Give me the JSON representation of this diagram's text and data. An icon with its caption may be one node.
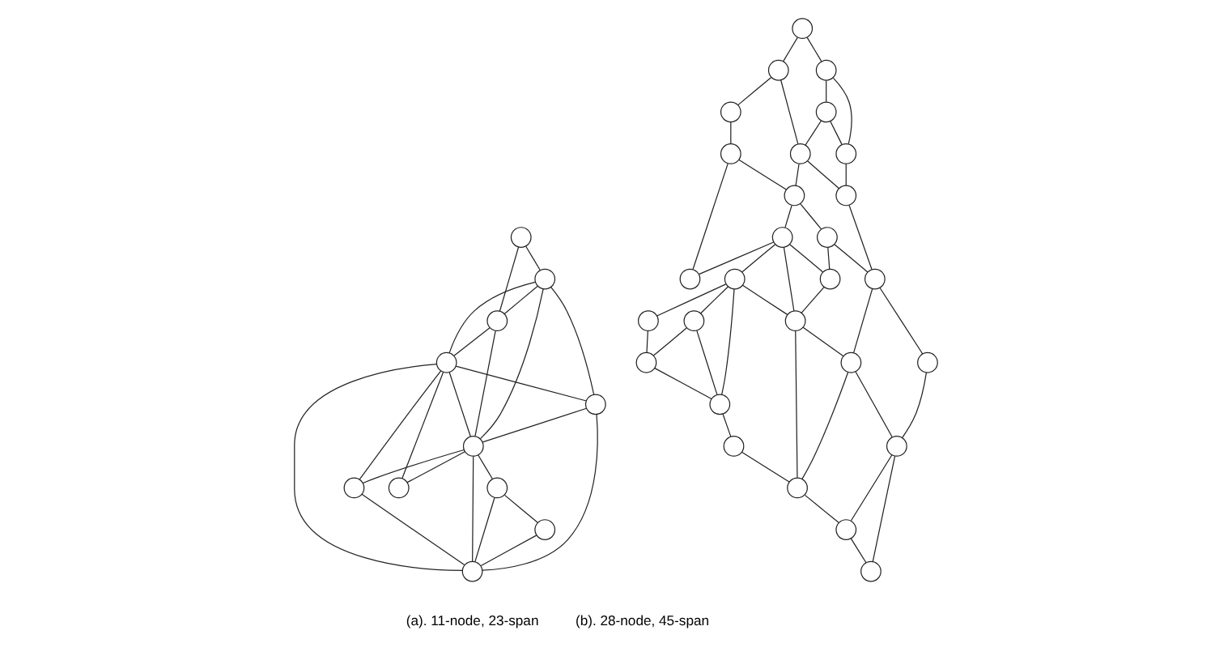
{
  "diagram": {
    "nodes": [
      {
        "text": [],
        "shape": "circle"
      },
      {
        "text": [],
        "shape": "circle"
      },
      {
        "text": [],
        "shape": "circle"
      },
      {
        "text": [],
        "shape": "circle"
      },
      {
        "text": [],
        "shape": "circle"
      },
      {
        "text": [],
        "shape": "circle"
      },
      {
        "text": [],
        "shape": "circle"
      },
      {
        "text": [],
        "shape": "circle"
      },
      {
        "text": [],
        "shape": "circle"
      },
      {
        "text": [],
        "shape": "circle"
      },
      {
        "text": [],
        "shape": "circle"
      },
      {
        "text": [],
        "shape": "circle"
      },
      {
        "text": [],
        "shape": "circle"
      },
      {
        "text": [],
        "shape": "circle"
      },
      {
        "text": [],
        "shape": "circle"
      },
      {
        "text": [],
        "shape": "circle"
      },
      {
        "text": [],
        "shape": "circle"
      },
      {
        "text": [],
        "shape": "circle"
      },
      {
        "text": [],
        "shape": "circle"
      },
      {
        "text": [],
        "shape": "circle"
      },
      {
        "text": [],
        "shape": "circle"
      },
      {
        "text": [],
        "shape": "circle"
      },
      {
        "text": [],
        "shape": "circle"
      },
      {
        "text": [],
        "shape": "circle"
      },
      {
        "text": [],
        "shape": "circle"
      },
      {
        "text": [],
        "shape": "circle"
      },
      {
        "text": [],
        "shape": "circle"
      },
      {
        "text": [],
        "shape": "circle"
      },
      {
        "text": [],
        "shape": "circle"
      },
      {
        "text": [],
        "shape": "circle"
      },
      {
        "text": [],
        "shape": "circle"
      },
      {
        "text": [],
        "shape": "circle"
      },
      {
        "text": [],
        "shape": "circle"
      },
      {
        "text": [],
        "shape": "circle"
      },
      {
        "text": [],
        "shape": "circle"
      },
      {
        "text": [],
        "shape": "circle"
      },
      {
        "text": [],
        "shape": "circle"
      },
      {
        "text": [],
        "shape": "circle"
      },
      {
        "text": [],
        "shape": "circle"
      }
    ],
    "edges": [
      {
        "from": 0,
        "to": 1,
        "arrow": "none"
      },
      {
        "from": 0,
        "to": 2,
        "arrow": "none"
      },
      {
        "from": 1,
        "to": 2,
        "arrow": "none"
      },
      {
        "from": 1,
        "to": 3,
        "arrow": "none"
      },
      {
        "from": 1,
        "to": 4,
        "arrow": "none"
      },
      {
        "from": 1,
        "to": 7,
        "arrow": "none"
      },
      {
        "from": 2,
        "to": 3,
        "arrow": "none"
      },
      {
        "from": 2,
        "to": 7,
        "arrow": "none"
      },
      {
        "from": 3,
        "to": 4,
        "arrow": "none"
      },
      {
        "from": 3,
        "to": 7,
        "arrow": "none"
      },
      {
        "from": 3,
        "to": 5,
        "arrow": "none"
      },
      {
        "from": 3,
        "to": 9,
        "arrow": "none"
      },
      {
        "from": 3,
        "to": 6,
        "arrow": "none"
      },
      {
        "from": 4,
        "to": 7,
        "arrow": "none"
      },
      {
        "from": 4,
        "to": 9,
        "arrow": "none"
      },
      {
        "from": 7,
        "to": 5,
        "arrow": "none"
      },
      {
        "from": 7,
        "to": 6,
        "arrow": "none"
      },
      {
        "from": 7,
        "to": 9,
        "arrow": "none"
      },
      {
        "from": 7,
        "to": 8,
        "arrow": "none"
      },
      {
        "from": 8,
        "to": 9,
        "arrow": "none"
      },
      {
        "from": 8,
        "to": 10,
        "arrow": "none"
      },
      {
        "from": 10,
        "to": 9,
        "arrow": "none"
      },
      {
        "from": 6,
        "to": 9,
        "arrow": "none"
      },
      {
        "from": 11,
        "to": 13,
        "arrow": "none"
      },
      {
        "from": 11,
        "to": 24,
        "arrow": "none"
      },
      {
        "from": 13,
        "to": 14,
        "arrow": "none"
      },
      {
        "from": 13,
        "to": 21,
        "arrow": "none"
      },
      {
        "from": 14,
        "to": 15,
        "arrow": "none"
      },
      {
        "from": 15,
        "to": 22,
        "arrow": "none"
      },
      {
        "from": 15,
        "to": 17,
        "arrow": "none"
      },
      {
        "from": 24,
        "to": 19,
        "arrow": "none"
      },
      {
        "from": 24,
        "to": 30,
        "arrow": "none"
      },
      {
        "from": 19,
        "to": 30,
        "arrow": "none"
      },
      {
        "from": 19,
        "to": 21,
        "arrow": "none"
      },
      {
        "from": 21,
        "to": 22,
        "arrow": "none"
      },
      {
        "from": 21,
        "to": 31,
        "arrow": "none"
      },
      {
        "from": 22,
        "to": 20,
        "arrow": "none"
      },
      {
        "from": 22,
        "to": 26,
        "arrow": "none"
      },
      {
        "from": 30,
        "to": 31,
        "arrow": "none"
      },
      {
        "from": 31,
        "to": 32,
        "arrow": "none"
      },
      {
        "from": 26,
        "to": 27,
        "arrow": "none"
      },
      {
        "from": 26,
        "to": 32,
        "arrow": "none"
      },
      {
        "from": 27,
        "to": 28,
        "arrow": "none"
      },
      {
        "from": 20,
        "to": 17,
        "arrow": "none"
      },
      {
        "from": 20,
        "to": 28,
        "arrow": "none"
      },
      {
        "from": 20,
        "to": 27,
        "arrow": "none"
      },
      {
        "from": 20,
        "to": 23,
        "arrow": "none"
      },
      {
        "from": 23,
        "to": 16,
        "arrow": "none"
      },
      {
        "from": 16,
        "to": 12,
        "arrow": "none"
      },
      {
        "from": 23,
        "to": 18,
        "arrow": "none"
      },
      {
        "from": 23,
        "to": 25,
        "arrow": "none"
      },
      {
        "from": 18,
        "to": 12,
        "arrow": "none"
      },
      {
        "from": 18,
        "to": 25,
        "arrow": "none"
      },
      {
        "from": 12,
        "to": 25,
        "arrow": "none"
      },
      {
        "from": 25,
        "to": 29,
        "arrow": "none"
      },
      {
        "from": 29,
        "to": 34,
        "arrow": "none"
      },
      {
        "from": 23,
        "to": 28,
        "arrow": "none"
      },
      {
        "from": 28,
        "to": 33,
        "arrow": "none"
      },
      {
        "from": 28,
        "to": 34,
        "arrow": "none"
      },
      {
        "from": 33,
        "to": 34,
        "arrow": "none"
      },
      {
        "from": 32,
        "to": 33,
        "arrow": "none"
      },
      {
        "from": 32,
        "to": 35,
        "arrow": "none"
      },
      {
        "from": 35,
        "to": 36,
        "arrow": "none"
      },
      {
        "from": 33,
        "to": 36,
        "arrow": "none"
      },
      {
        "from": 36,
        "to": 37,
        "arrow": "none"
      },
      {
        "from": 34,
        "to": 37,
        "arrow": "none"
      },
      {
        "from": 36,
        "to": 38,
        "arrow": "none"
      },
      {
        "from": 37,
        "to": 38,
        "arrow": "none"
      }
    ],
    "labels": [
      "(a). 11-node, 23-span",
      "(b). 28-node, 45-span"
    ]
  }
}
